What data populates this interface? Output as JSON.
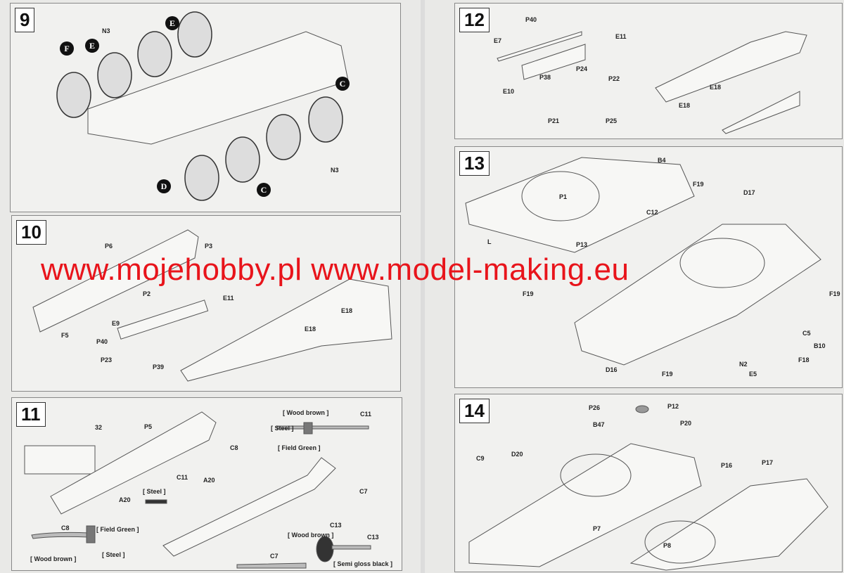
{
  "steps": {
    "s9": {
      "number": "9",
      "labels": [
        "N3",
        "N3"
      ],
      "wheels": [
        "F",
        "E",
        "E",
        "C",
        "C",
        "D"
      ]
    },
    "s10": {
      "number": "10",
      "labels": [
        "P6",
        "P3",
        "P2",
        "F5",
        "E11",
        "E9",
        "E18",
        "E18",
        "P40",
        "P23",
        "P39"
      ]
    },
    "s11": {
      "number": "11",
      "labels": [
        "P5",
        "C8",
        "C11",
        "A20",
        "C7",
        "C13",
        "C11",
        "A20",
        "C8",
        "C7",
        "C13"
      ],
      "paints": [
        "[ Wood brown ]",
        "[ Steel ]",
        "[ Field Green ]",
        "[ Steel ]",
        "[ Field Green ]",
        "[ Steel ]",
        "[ Wood brown ]",
        "[ Wood brown ]",
        "[ Semi gloss black ]"
      ],
      "decal": "32"
    },
    "s12": {
      "number": "12",
      "labels": [
        "P40",
        "E7",
        "E11",
        "P38",
        "E10",
        "P24",
        "P22",
        "P21",
        "P25",
        "E18",
        "E18"
      ]
    },
    "s13": {
      "number": "13",
      "labels": [
        "B4",
        "F19",
        "D17",
        "P1",
        "C12",
        "L",
        "P13",
        "F19",
        "F19",
        "C5",
        "B10",
        "F18",
        "N2",
        "E5",
        "D16",
        "F19"
      ]
    },
    "s14": {
      "number": "14",
      "labels": [
        "P26",
        "P12",
        "B47",
        "P20",
        "D20",
        "C9",
        "P16",
        "P17",
        "P7",
        "P8"
      ]
    }
  },
  "watermark": "www.mojehobby.pl www.model-making.eu"
}
